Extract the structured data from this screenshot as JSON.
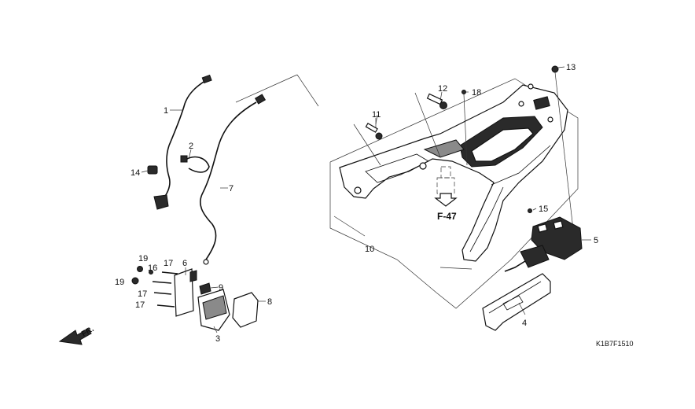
{
  "diagram_code": "K1B7F1510",
  "reference": "F-47",
  "direction_label": "FR.",
  "callouts": [
    {
      "id": "1",
      "text": "1"
    },
    {
      "id": "2",
      "text": "2"
    },
    {
      "id": "3",
      "text": "3"
    },
    {
      "id": "4",
      "text": "4"
    },
    {
      "id": "5",
      "text": "5"
    },
    {
      "id": "6",
      "text": "6"
    },
    {
      "id": "7",
      "text": "7"
    },
    {
      "id": "8",
      "text": "8"
    },
    {
      "id": "9",
      "text": "9"
    },
    {
      "id": "10",
      "text": "10"
    },
    {
      "id": "11",
      "text": "11"
    },
    {
      "id": "12",
      "text": "12"
    },
    {
      "id": "13",
      "text": "13"
    },
    {
      "id": "14",
      "text": "14"
    },
    {
      "id": "15",
      "text": "15"
    },
    {
      "id": "16",
      "text": "16"
    },
    {
      "id": "17a",
      "text": "17"
    },
    {
      "id": "17b",
      "text": "17"
    },
    {
      "id": "17c",
      "text": "17"
    },
    {
      "id": "18",
      "text": "18"
    },
    {
      "id": "19a",
      "text": "19"
    },
    {
      "id": "19b",
      "text": "19"
    }
  ]
}
